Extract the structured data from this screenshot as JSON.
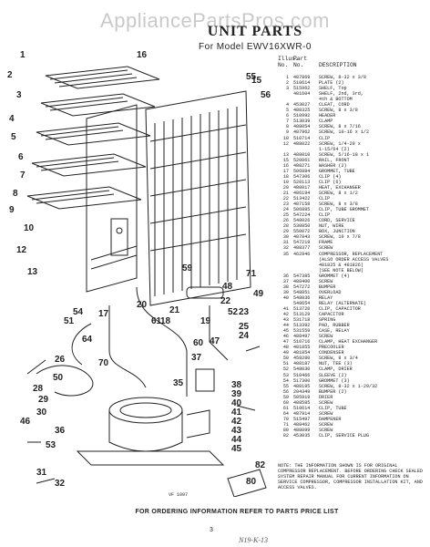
{
  "watermark": "AppliancePartsPros.com",
  "title": "UNIT PARTS",
  "subtitle": "For Model EWV16XWR-0",
  "header": {
    "illus": "Illus.",
    "no": "No.",
    "part": "Part",
    "partno": "No.",
    "desc": "DESCRIPTION"
  },
  "parts": [
    [
      "1",
      "487869",
      "SCREW, 8-32 x 3/8"
    ],
    [
      "2",
      "510614",
      "PLATE (2)"
    ],
    [
      "3",
      "515962",
      "SHELF, Top"
    ],
    [
      "",
      "481604",
      "SHELF, 2nd, 3rd,"
    ],
    [
      "",
      "",
      "4th & BOTTOM"
    ],
    [
      "4",
      "453027",
      "CLEAT, CORD"
    ],
    [
      "5",
      "488325",
      "SCREW, 8 x 3/8"
    ],
    [
      "6",
      "510992",
      "HEADER"
    ],
    [
      "7",
      "513039",
      "CLAMP"
    ],
    [
      "8",
      "488054",
      "SCREW, 8 x 7/16"
    ],
    [
      "9",
      "487962",
      "SCREW, 10-16 x 1/2"
    ],
    [
      "10",
      "510714",
      "CLIP"
    ],
    [
      "12",
      "488022",
      "SCREW, 1/4-20 x"
    ],
    [
      "",
      "",
      "1-15/64 (2)"
    ],
    [
      "13",
      "488010",
      "SCREW, 5/16-18 x 1"
    ],
    [
      "15",
      "520061",
      "RAIL, FRONT"
    ],
    [
      "16",
      "488271",
      "WASHER (2)"
    ],
    [
      "17",
      "506884",
      "GROMMET, TUBE"
    ],
    [
      "18",
      "547306",
      "CLIP (4)"
    ],
    [
      "19",
      "520113",
      "CLIP (6)"
    ],
    [
      "20",
      "480017",
      "HEAT, EXCHANGER"
    ],
    [
      "21",
      "486194",
      "SCREW, 8 x 1/2"
    ],
    [
      "22",
      "513422",
      "CLIP"
    ],
    [
      "23",
      "487158",
      "SCREW, 8 x 3/8"
    ],
    [
      "24",
      "506885",
      "CLIP, TUBE GROMMET"
    ],
    [
      "25",
      "547224",
      "CLIP"
    ],
    [
      "26",
      "548026",
      "CORD, SERVICE"
    ],
    [
      "28",
      "530850",
      "NUT, WIRE"
    ],
    [
      "29",
      "550072",
      "BOX, JUNCTION"
    ],
    [
      "30",
      "487843",
      "SCREW, 10 x 7/8"
    ],
    [
      "31",
      "547219",
      "FRAME"
    ],
    [
      "32",
      "488377",
      "SCREW"
    ],
    [
      "35",
      "462946",
      "COMPRESSOR, REPLACEMENT"
    ],
    [
      "",
      "",
      "(ALSO ORDER ACCESS VALVES"
    ],
    [
      "",
      "",
      "481825 & 481826)"
    ],
    [
      "",
      "",
      "(SEE NOTE BELOW)"
    ],
    [
      "36",
      "547385",
      "GROMMET (4)"
    ],
    [
      "37",
      "488400",
      "SCREW"
    ],
    [
      "38",
      "547272",
      "BUMPER"
    ],
    [
      "39",
      "548851",
      "OVERLOAD"
    ],
    [
      "40",
      "548036",
      "RELAY"
    ],
    [
      "",
      "548654",
      "RELAY (ALTERNATE)"
    ],
    [
      "41",
      "513720",
      "CLIP, CAPACITOR"
    ],
    [
      "42",
      "513129",
      "CAPACITOR"
    ],
    [
      "43",
      "531718",
      "SPRING"
    ],
    [
      "44",
      "513392",
      "PAD, RUBBER"
    ],
    [
      "45",
      "531559",
      "CASE, RELAY"
    ],
    [
      "46",
      "488497",
      "SCREW"
    ],
    [
      "47",
      "510716",
      "CLAMP, HEAT EXCHANGER"
    ],
    [
      "48",
      "481855",
      "PRECOOLER"
    ],
    [
      "49",
      "481854",
      "CONDENSER"
    ],
    [
      "50",
      "459280",
      "SCREW, 8 x 3/4"
    ],
    [
      "51",
      "488187",
      "NUT, TEE (3)"
    ],
    [
      "52",
      "548030",
      "CLAMP, DRIER"
    ],
    [
      "53",
      "510466",
      "SLEEVE (2)"
    ],
    [
      "54",
      "517300",
      "GROMMET (3)"
    ],
    [
      "55",
      "488195",
      "SCREW, 8-32 x 1-29/32"
    ],
    [
      "56",
      "204349",
      "BUMPER (2)"
    ],
    [
      "59",
      "505919",
      "DRIER"
    ],
    [
      "60",
      "488585",
      "SCREW"
    ],
    [
      "61",
      "510614",
      "CLIP, TUBE"
    ],
    [
      "64",
      "487914",
      "SCREW"
    ],
    [
      "70",
      "515497",
      "DAMPENER"
    ],
    [
      "71",
      "488462",
      "SCREW"
    ],
    [
      "80",
      "488099",
      "SCREW"
    ],
    [
      "82",
      "453035",
      "CLIP, SERVICE PLUG"
    ]
  ],
  "note": "NOTE: THE INFORMATION SHOWN IS FOR ORIGINAL COMPRESSOR REPLACEMENT. BEFORE ORDERING CHECK SEALED SYSTEM REPAIR MANUAL FOR CURRENT INFORMATION ON SERVICE COMPRESSOR, COMPRESSOR INSTALLATION KIT, AND ACCESS VALVES.",
  "figure_code": "VF 1097",
  "order_line": "FOR ORDERING INFORMATION REFER TO PARTS PRICE LIST",
  "page_number": "3",
  "handwritten": "N19-K-13",
  "callouts": [
    "1",
    "2",
    "3",
    "4",
    "5",
    "6",
    "7",
    "8",
    "9",
    "10",
    "12",
    "13",
    "15",
    "16",
    "17",
    "18",
    "19",
    "20",
    "21",
    "22",
    "23",
    "24",
    "25",
    "26",
    "28",
    "29",
    "30",
    "31",
    "32",
    "35",
    "36",
    "37",
    "38",
    "39",
    "40",
    "41",
    "42",
    "43",
    "44",
    "45",
    "46",
    "47",
    "48",
    "49",
    "50",
    "51",
    "52",
    "53",
    "54",
    "55",
    "56",
    "59",
    "60",
    "61",
    "64",
    "70",
    "71",
    "80",
    "82"
  ]
}
